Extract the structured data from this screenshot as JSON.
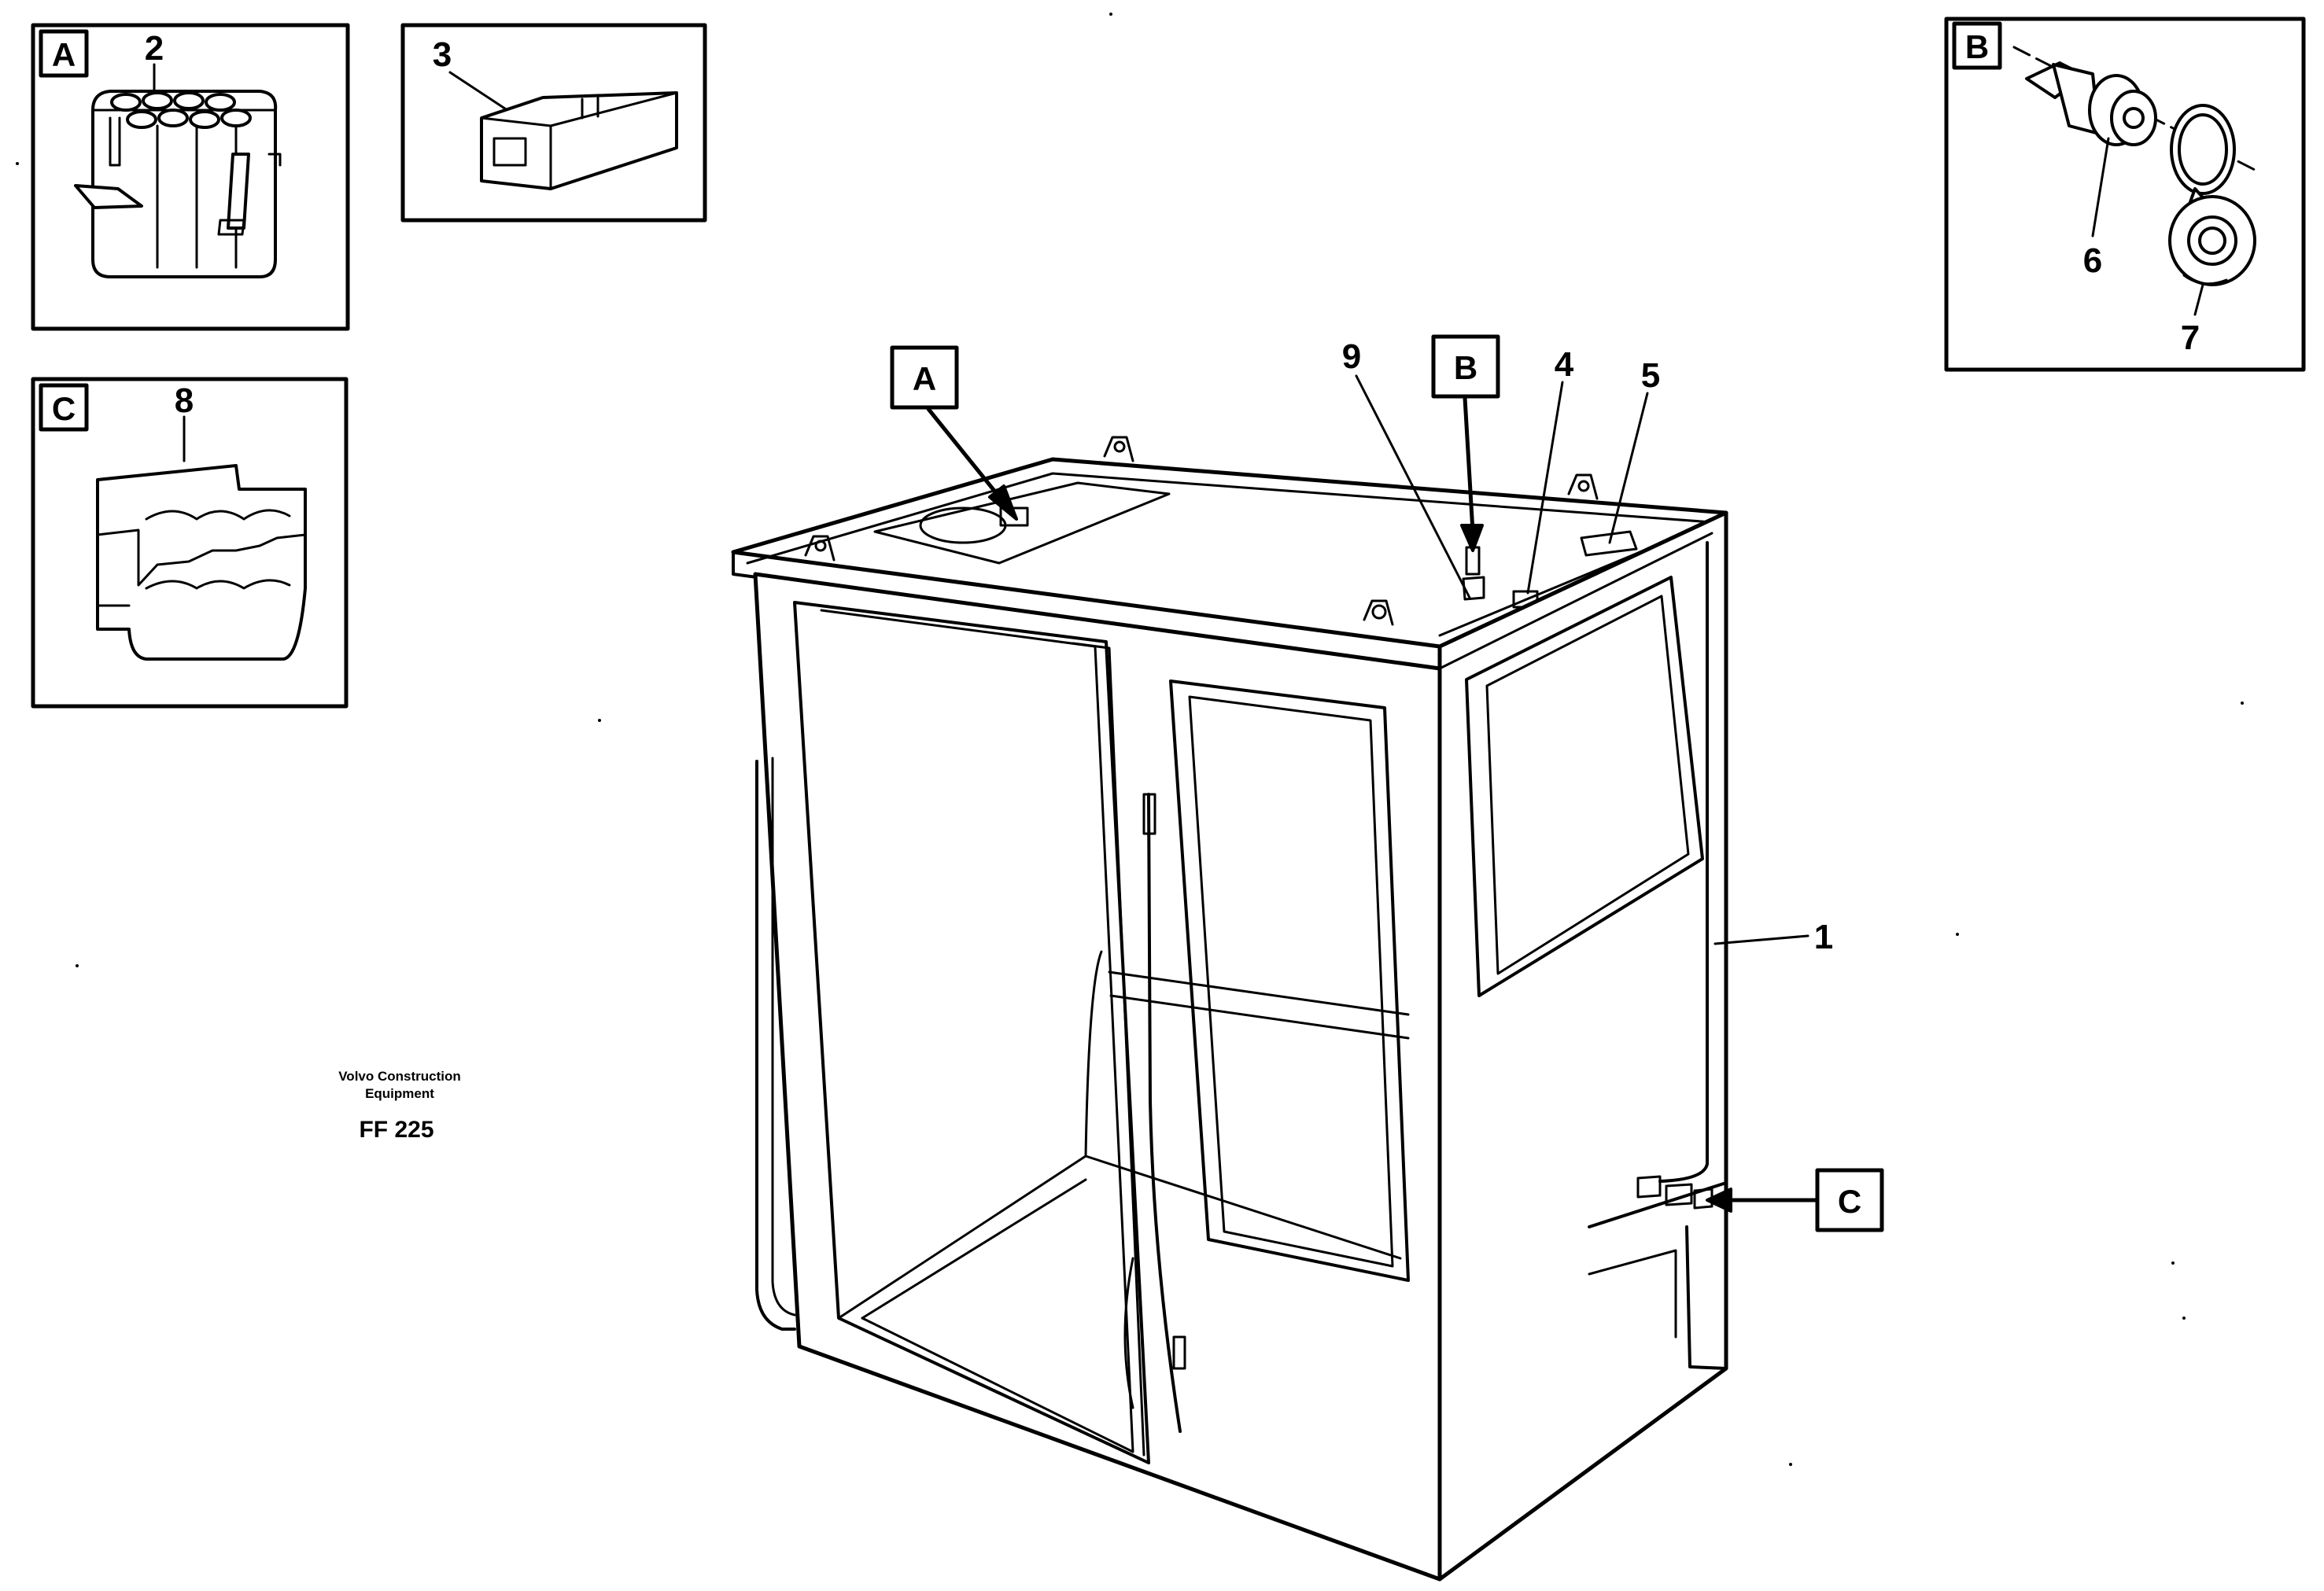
{
  "detail_views": {
    "A": {
      "letter": "A",
      "part": "2"
    },
    "B": {
      "letter": "B",
      "parts": [
        "6",
        "7"
      ]
    },
    "C": {
      "letter": "C",
      "part": "8"
    },
    "item3": {
      "part": "3"
    }
  },
  "main_callouts": {
    "box_A": "A",
    "box_B": "B",
    "box_C": "C",
    "labels": [
      "9",
      "4",
      "5",
      "1"
    ]
  },
  "footer": {
    "maker_line1": "Volvo Construction",
    "maker_line2": "Equipment",
    "figure_code": "FF 225"
  }
}
